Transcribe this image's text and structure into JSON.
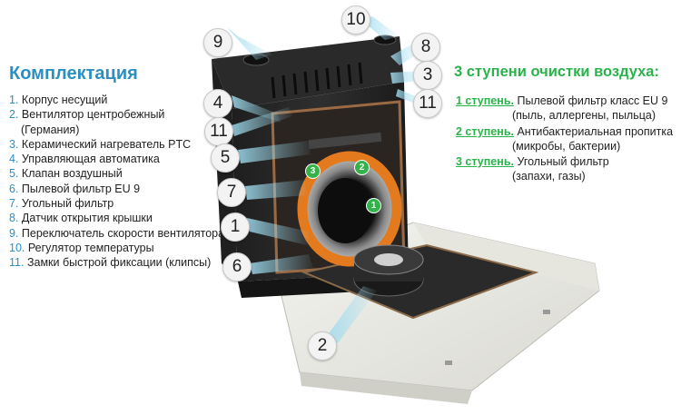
{
  "kit": {
    "title": "Комплектация",
    "items": [
      {
        "num": "1.",
        "text": "Корпус несущий"
      },
      {
        "num": "2.",
        "text": "Вентилятор центробежный",
        "cont": "(Германия)"
      },
      {
        "num": "3.",
        "text": "Керамический нагреватель PTC"
      },
      {
        "num": "4.",
        "text": "Управляющая автоматика"
      },
      {
        "num": "5.",
        "text": "Клапан воздушный"
      },
      {
        "num": "6.",
        "text": "Пылевой фильтр EU 9"
      },
      {
        "num": "7.",
        "text": "Угольный фильтр"
      },
      {
        "num": "8.",
        "text": "Датчик открытия крышки"
      },
      {
        "num": "9.",
        "text": "Переключатель скорости вентилятора"
      },
      {
        "num": "10.",
        "text": "Регулятор температуры"
      },
      {
        "num": "11.",
        "text": "Замки быстрой фиксации (клипсы)"
      }
    ]
  },
  "stages": {
    "title": "3 ступени очистки воздуха:",
    "items": [
      {
        "label": "1 ступень.",
        "text": "Пылевой фильтр класс EU 9",
        "cont": "(пыль, аллергены, пыльца)"
      },
      {
        "label": "2 ступень.",
        "text": "Антибактериальная пропитка",
        "cont": "(микробы, бактерии)"
      },
      {
        "label": "3 ступень.",
        "text": "Угольный фильтр",
        "cont": "(запахи, газы)"
      }
    ]
  },
  "callouts": [
    "10",
    "9",
    "8",
    "3",
    "4",
    "11",
    "11",
    "5",
    "7",
    "1",
    "6",
    "2"
  ],
  "badges": [
    "3",
    "2",
    "1"
  ],
  "colors": {
    "accent_blue": "#2a8fc2",
    "accent_green": "#2bb34b",
    "filter_orange": "#e47a1e"
  }
}
